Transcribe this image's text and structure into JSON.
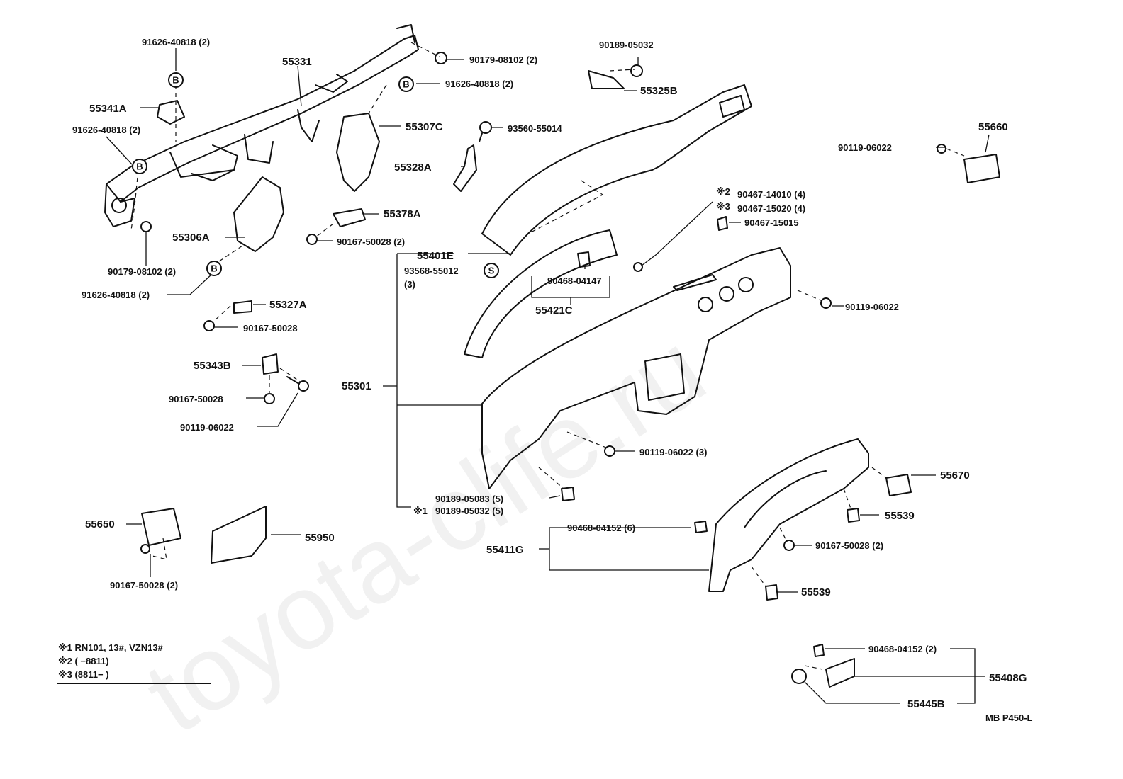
{
  "watermark": "toyota-clife.ru",
  "drawing_code": "MB  P450-L",
  "circle_marks": {
    "b": "B",
    "s": "S"
  },
  "parts": {
    "p55331": "55331",
    "p55341A": "55341A",
    "p55306A": "55306A",
    "p55307C": "55307C",
    "p55328A": "55328A",
    "p55378A": "55378A",
    "p55327A": "55327A",
    "p55343B": "55343B",
    "p55325B": "55325B",
    "p55660": "55660",
    "p55401E": "55401E",
    "p55421C": "55421C",
    "p55301": "55301",
    "p55650": "55650",
    "p55950": "55950",
    "p55670": "55670",
    "p55539a": "55539",
    "p55539b": "55539",
    "p55411G": "55411G",
    "p55408G": "55408G",
    "p55445B": "55445B"
  },
  "fasteners": {
    "f1": "91626-40818 (2)",
    "f2": "91626-40818 (2)",
    "f3": "91626-40818 (2)",
    "f4": "91626-40818 (2)",
    "f5": "90179-08102 (2)",
    "f6": "90179-08102 (2)",
    "f7": "90189-05032",
    "f8": "93560-55014",
    "f9": "90119-06022",
    "f10": "90467-14010 (4)",
    "f11": "90467-15020 (4)",
    "f12": "90467-15015",
    "f13": "90167-50028 (2)",
    "f14": "93568-55012",
    "f14q": "(3)",
    "f15": "90468-04147",
    "f16": "90119-06022",
    "f17": "90167-50028",
    "f18": "90167-50028",
    "f19": "90119-06022",
    "f20": "90119-06022 (3)",
    "f21": "90189-05083 (5)",
    "f22": "90189-05032 (5)",
    "f23": "90468-04152 (6)",
    "f24": "90167-50028 (2)",
    "f25": "90167-50028 (2)",
    "f26": "90468-04152 (2)"
  },
  "marks": {
    "m1": "※1",
    "m2": "※2",
    "m3": "※3"
  },
  "notes": [
    "※1 RN101, 13#, VZN13#",
    "※2 (       −8811)",
    "※3 (8811−         )"
  ]
}
